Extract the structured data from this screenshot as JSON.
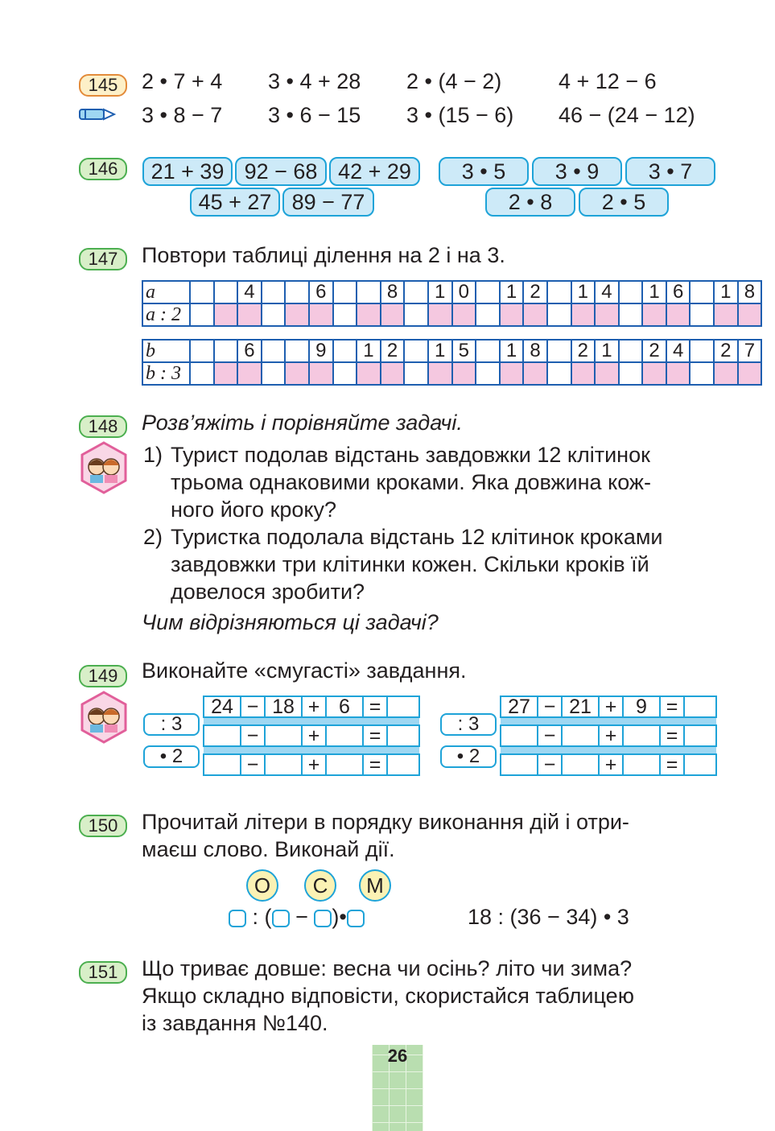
{
  "page_number": "26",
  "ex145": {
    "num": "145",
    "row1": [
      "2 • 7 + 4",
      "3 • 4 + 28",
      "2 • (4 − 2)",
      "4 + 12 − 6"
    ],
    "row2": [
      "3 • 8 − 7",
      "3 • 6 − 15",
      "3 • (15 − 6)",
      "46 − (24 − 12)"
    ]
  },
  "ex146": {
    "num": "146",
    "left_row1": [
      "21 + 39",
      "92 − 68",
      "42 + 29"
    ],
    "left_row2": [
      "45 + 27",
      "89 − 77"
    ],
    "right_row1": [
      "3 • 5",
      "3 • 9",
      "3 • 7"
    ],
    "right_row2": [
      "2 • 8",
      "2 • 5"
    ]
  },
  "ex147": {
    "num": "147",
    "text": "Повтори таблиці ділення на 2 і на 3.",
    "table_a": {
      "label_top": "a",
      "label_bottom": "a : 2",
      "values": [
        "4",
        "6",
        "8",
        "10",
        "12",
        "14",
        "16",
        "18"
      ]
    },
    "table_b": {
      "label_top": "b",
      "label_bottom": "b : 3",
      "values": [
        "6",
        "9",
        "12",
        "15",
        "18",
        "21",
        "24",
        "27"
      ]
    }
  },
  "ex148": {
    "num": "148",
    "title": "Розв’яжіть і порівняйте задачі.",
    "p1_num": "1)",
    "p1_lines": [
      "Турист подолав відстань завдовжки 12 клітинок",
      "трьома однаковими кроками. Яка довжина кож-",
      "ного його кроку?"
    ],
    "p2_num": "2)",
    "p2_lines": [
      "Туристка подолала відстань 12 клітинок кроками",
      "завдовжки три клітинки кожен. Скільки кроків їй",
      "довелося зробити?"
    ],
    "question": "Чим відрізняються ці задачі?"
  },
  "ex149": {
    "num": "149",
    "text": "Виконайте «смугасті» завдання.",
    "op1": ": 3",
    "op2": "• 2",
    "left": {
      "a": "24",
      "b": "18",
      "c": "6"
    },
    "right": {
      "a": "27",
      "b": "21",
      "c": "9"
    },
    "signs": {
      "minus": "−",
      "plus": "+",
      "eq": "="
    }
  },
  "ex150": {
    "num": "150",
    "lines": [
      "Прочитай літери в порядку виконання дій і отри-",
      "маєш слово. Виконай дії."
    ],
    "letters": [
      "О",
      "С",
      "М"
    ],
    "scheme": [
      ":",
      "(",
      "−",
      ")",
      "•"
    ],
    "expression": "18 : (36 − 34) • 3"
  },
  "ex151": {
    "num": "151",
    "lines": [
      "Що триває довше: весна чи осінь? літо чи зима?",
      "Якщо складно відповісти, скористайся таблицею",
      "із завдання №140."
    ]
  }
}
